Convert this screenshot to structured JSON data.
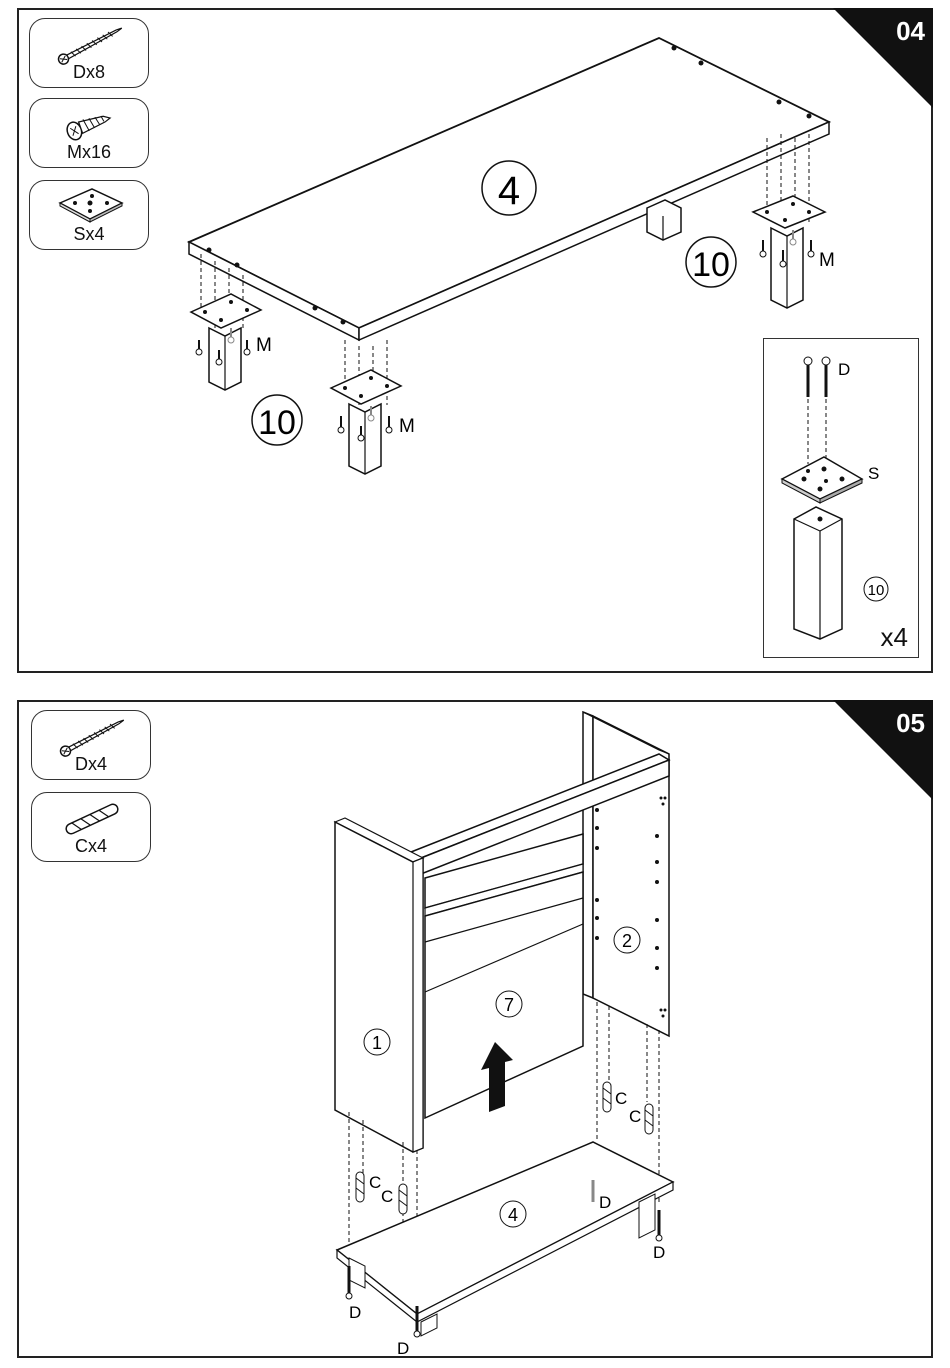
{
  "steps": [
    {
      "number": "04",
      "parts": [
        {
          "icon": "long-screw-icon",
          "label": "Dx8"
        },
        {
          "icon": "short-screw-icon",
          "label": "Mx16"
        },
        {
          "icon": "mounting-plate-icon",
          "label": "Sx4"
        }
      ],
      "part_numbers": {
        "top_panel": "4",
        "leg_right": "10",
        "leg_left": "10"
      },
      "callouts": {
        "m1": "M",
        "m2": "M",
        "m3": "M"
      },
      "detail": {
        "screw": "D",
        "plate": "S",
        "leg": "10",
        "multiplier": "x4"
      }
    },
    {
      "number": "05",
      "parts": [
        {
          "icon": "long-screw-icon",
          "label": "Dx4"
        },
        {
          "icon": "dowel-icon",
          "label": "Cx4"
        }
      ],
      "part_numbers": {
        "side_left": "1",
        "side_right": "2",
        "back": "7",
        "base": "4"
      },
      "callouts": {
        "c1": "C",
        "c2": "C",
        "c3": "C",
        "c4": "C",
        "d1": "D",
        "d2": "D",
        "d3": "D",
        "d4": "D"
      }
    }
  ],
  "colors": {
    "ink": "#111111",
    "corner": "#111111"
  }
}
